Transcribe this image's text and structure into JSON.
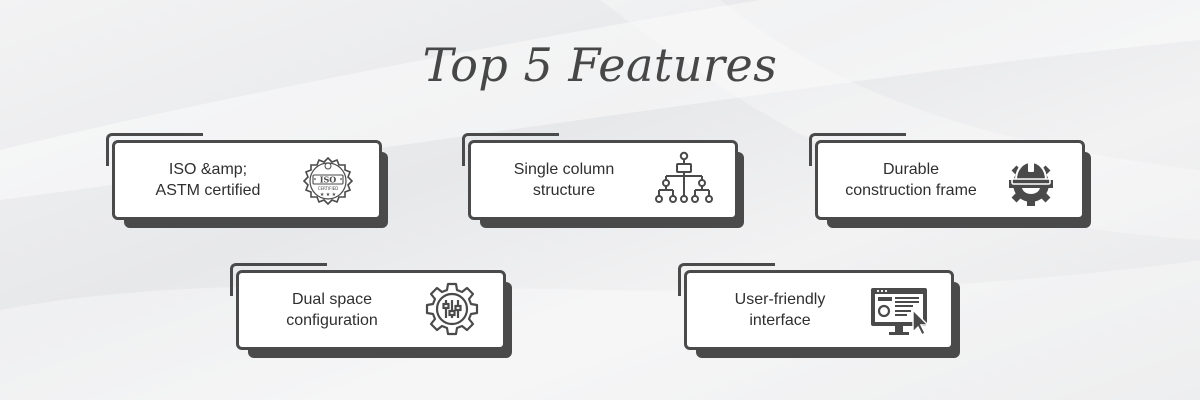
{
  "title": "Top 5 Features",
  "features": [
    {
      "line1": "ISO &amp;",
      "line2": "ASTM certified",
      "icon": "iso-certified-seal-icon"
    },
    {
      "line1": "Single column",
      "line2": "structure",
      "icon": "hierarchy-tree-icon"
    },
    {
      "line1": "Durable",
      "line2": "construction frame",
      "icon": "hardhat-gear-icon"
    },
    {
      "line1": "Dual space",
      "line2": "configuration",
      "icon": "gear-sliders-icon"
    },
    {
      "line1": "User-friendly",
      "line2": "interface",
      "icon": "monitor-cursor-icon"
    }
  ],
  "seal_text": {
    "top": "ISO",
    "bottom": "CERTIFIED"
  },
  "colors": {
    "accent": "#4a4a4a",
    "card": "#ffffff",
    "text": "#2f2f2f",
    "title": "#474747"
  }
}
